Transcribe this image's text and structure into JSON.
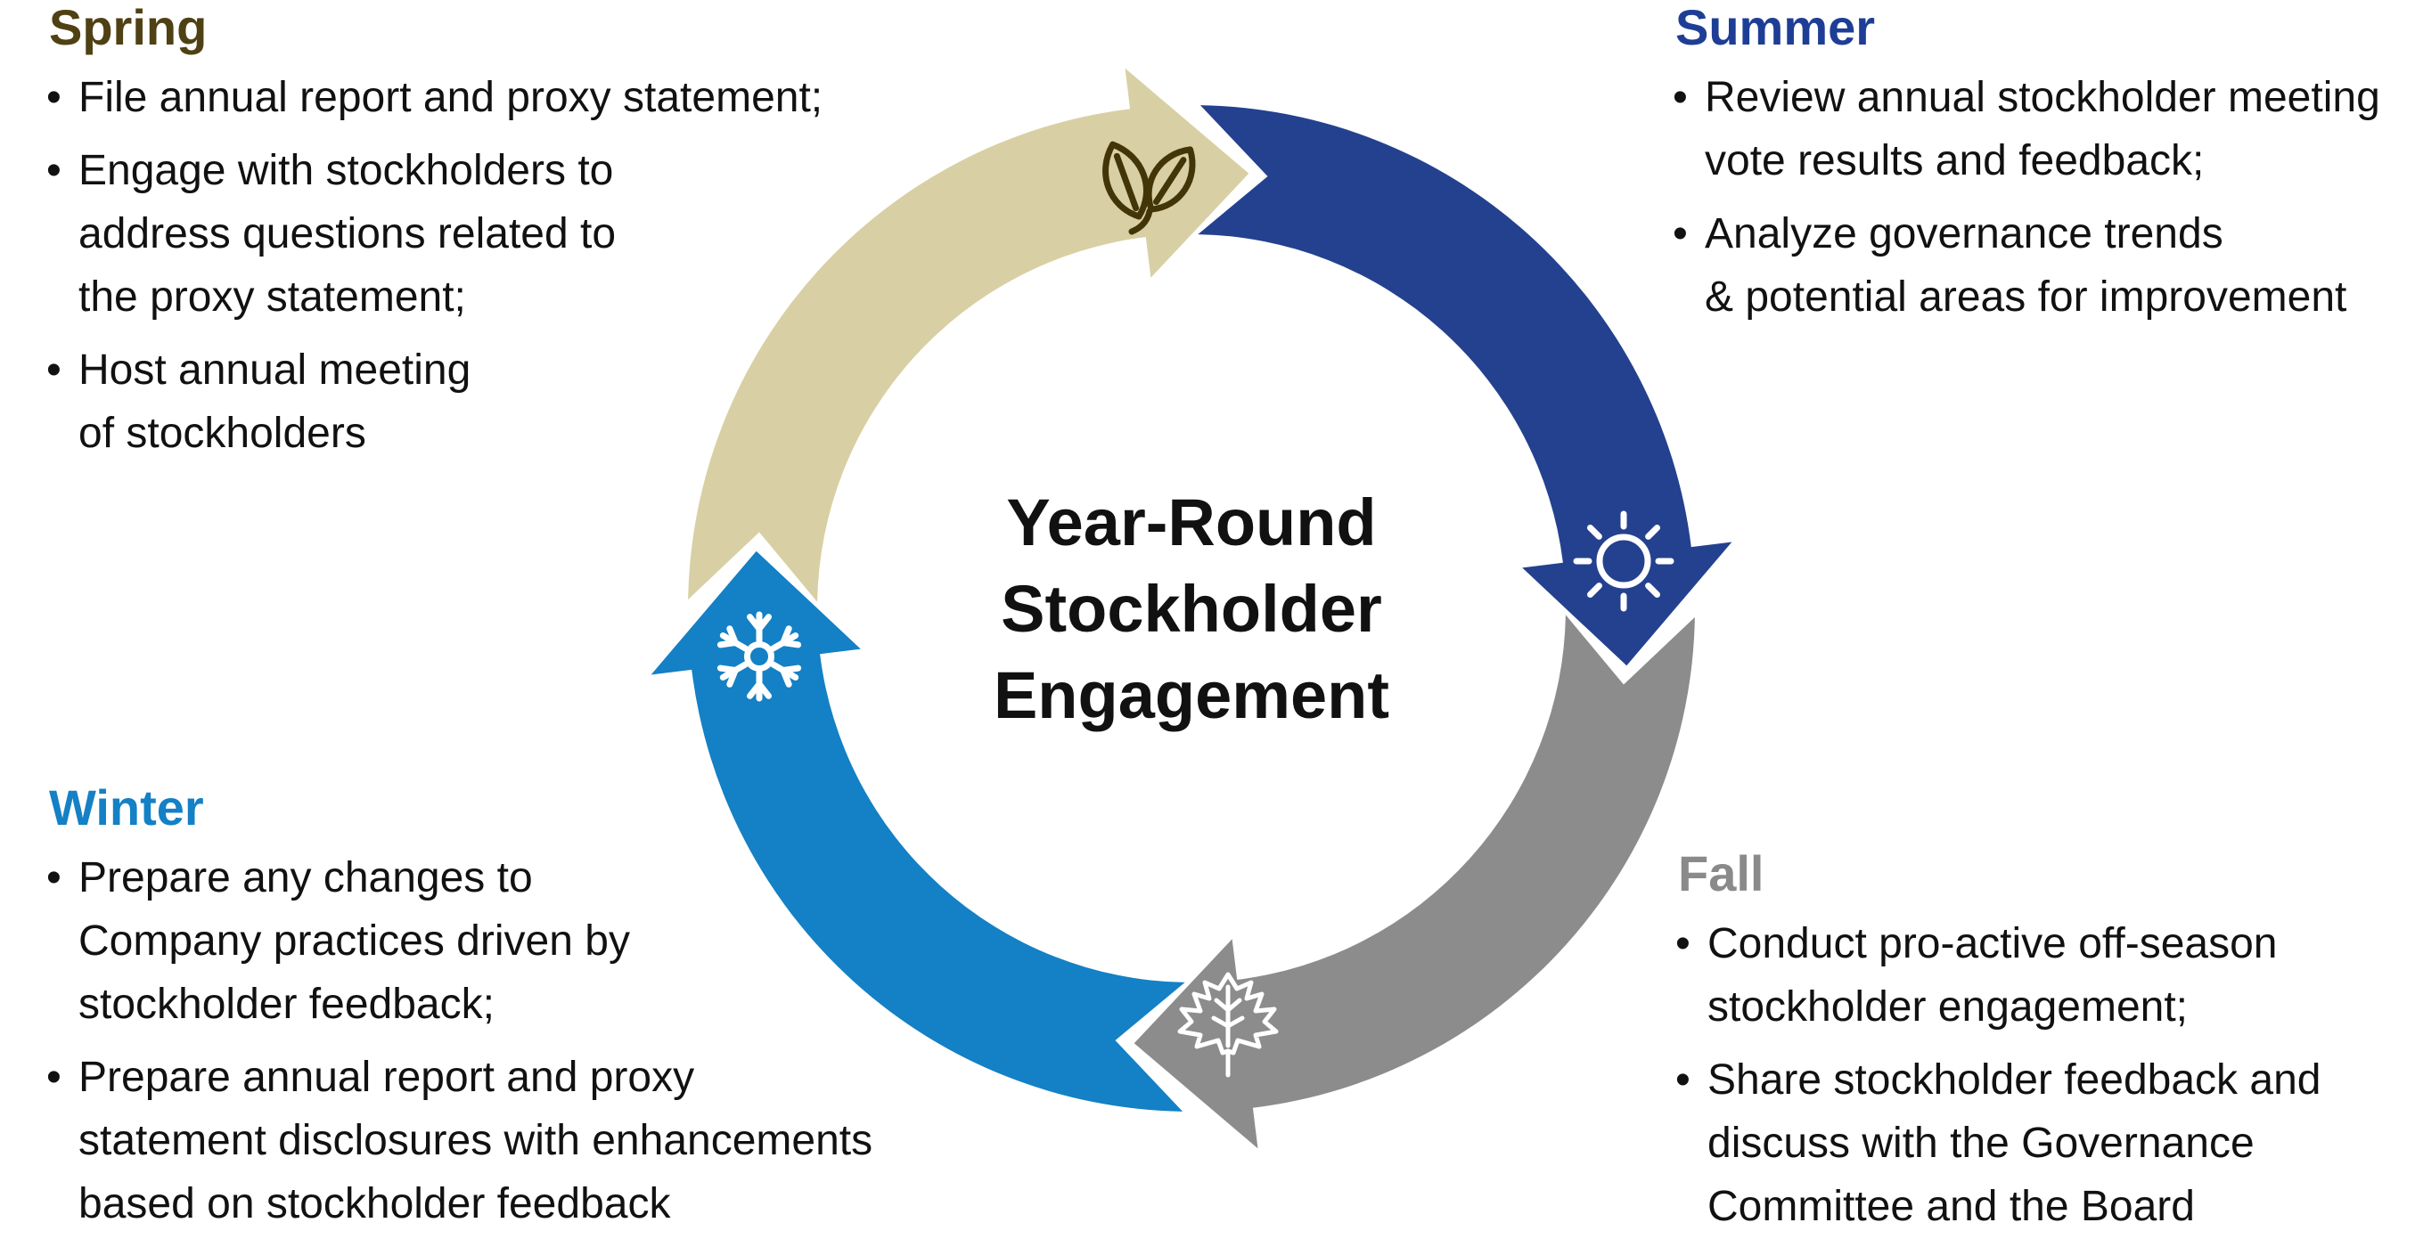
{
  "title": {
    "lines": [
      "Year-Round",
      "Stockholder",
      "Engagement"
    ]
  },
  "bullet_char": "•",
  "colors": {
    "spring_heading": "#4f4113",
    "summer_heading": "#1e3e96",
    "fall_heading": "#8a8a8a",
    "winter_heading": "#1480c5",
    "spring_arc": "#d8d0a4",
    "summer_arc": "#24418f",
    "fall_arc": "#8c8c8c",
    "winter_arc": "#1480c5",
    "leaf_icon": "#423608",
    "white_icon": "#ffffff",
    "text": "#111111",
    "title": "#111111",
    "background": "#ffffff"
  },
  "seasons": [
    {
      "id": "spring",
      "label": "Spring",
      "icon": "leaf-icon",
      "bullets": [
        {
          "lines": [
            "File annual report and proxy statement;"
          ]
        },
        {
          "lines": [
            "Engage with stockholders to",
            "address questions related to",
            "the proxy statement;"
          ]
        },
        {
          "lines": [
            "Host annual meeting",
            "of stockholders"
          ]
        }
      ]
    },
    {
      "id": "summer",
      "label": "Summer",
      "icon": "sun-icon",
      "bullets": [
        {
          "lines": [
            "Review annual stockholder meeting",
            "vote results and feedback;"
          ]
        },
        {
          "lines": [
            "Analyze governance trends",
            "& potential areas for improvement"
          ]
        }
      ]
    },
    {
      "id": "fall",
      "label": "Fall",
      "icon": "maple-leaf-icon",
      "bullets": [
        {
          "lines": [
            "Conduct pro-active off-season",
            "stockholder engagement;"
          ]
        },
        {
          "lines": [
            "Share stockholder feedback and",
            "discuss with the Governance",
            "Committee and the Board"
          ]
        }
      ]
    },
    {
      "id": "winter",
      "label": "Winter",
      "icon": "snowflake-icon",
      "bullets": [
        {
          "lines": [
            "Prepare any changes to",
            "Company practices driven by",
            "stockholder feedback;"
          ]
        },
        {
          "lines": [
            "Prepare annual report and proxy",
            "statement disclosures with enhancements",
            "based on stockholder feedback"
          ]
        }
      ]
    }
  ]
}
